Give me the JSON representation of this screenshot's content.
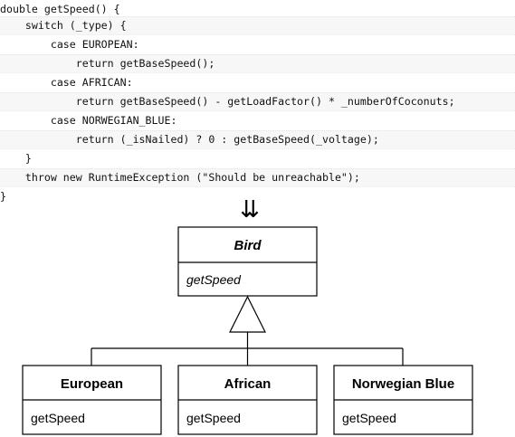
{
  "code": {
    "lines": [
      "double getSpeed() {",
      "    switch (_type) {",
      "        case EUROPEAN:",
      "            return getBaseSpeed();",
      "        case AFRICAN:",
      "            return getBaseSpeed() - getLoadFactor() * _numberOfCoconuts;",
      "        case NORWEGIAN_BLUE:",
      "            return (_isNailed) ? 0 : getBaseSpeed(_voltage);",
      "    }",
      "    throw new RuntimeException (\"Should be unreachable\");",
      "}"
    ]
  },
  "arrow": {
    "glyph": "⇊",
    "icon": "double-down-arrow-icon"
  },
  "diagram": {
    "parent": {
      "name": "Bird",
      "method": "getSpeed"
    },
    "children": [
      {
        "name": "European",
        "method": "getSpeed"
      },
      {
        "name": "African",
        "method": "getSpeed"
      },
      {
        "name": "Norwegian Blue",
        "method": "getSpeed"
      }
    ]
  }
}
